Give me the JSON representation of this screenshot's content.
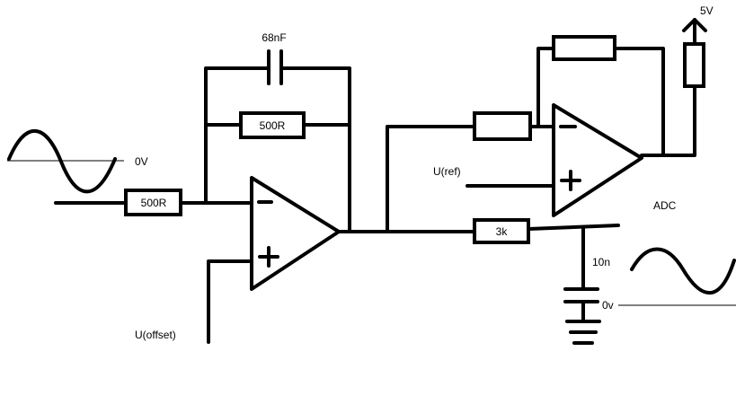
{
  "labels": {
    "cap_feedback": "68nF",
    "res_feedback": "500R",
    "res_input": "500R",
    "in_zero": "0V",
    "u_offset": "U(offset)",
    "u_ref": "U(ref)",
    "supply": "5V",
    "res_filter": "3k",
    "cap_filter": "10n",
    "adc": "ADC",
    "out_zero": "0v"
  },
  "colors": {
    "ink": "#000000",
    "background": "#ffffff"
  }
}
